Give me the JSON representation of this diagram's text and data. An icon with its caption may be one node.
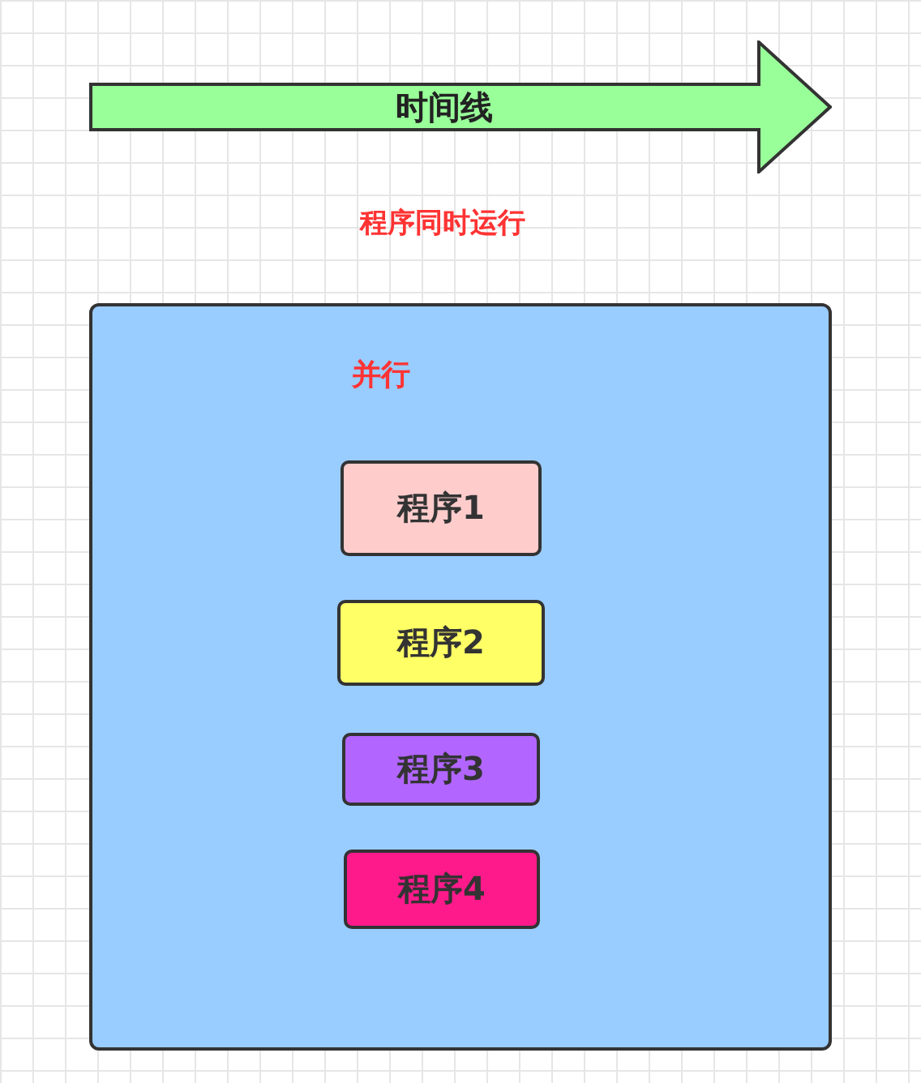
{
  "diagram": {
    "nodes": [
      {
        "text": [
          "时间线"
        ]
      },
      {
        "text": [
          "并行"
        ]
      },
      {
        "text": [
          "程序1"
        ],
        "in": 1
      },
      {
        "text": [
          "程序2"
        ],
        "in": 1
      },
      {
        "text": [
          "程序3"
        ],
        "in": 1
      },
      {
        "text": [
          "程序4"
        ],
        "in": 1
      }
    ],
    "labels": [
      "程序同时运行"
    ]
  }
}
